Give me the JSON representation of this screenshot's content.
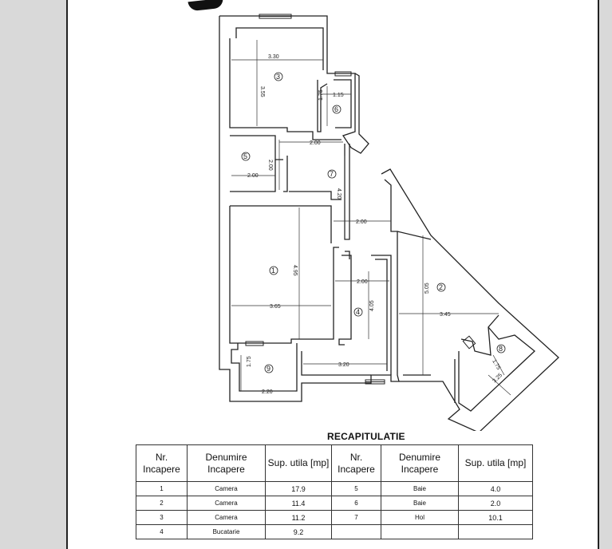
{
  "plan": {
    "rooms": [
      {
        "number": "1"
      },
      {
        "number": "2"
      },
      {
        "number": "3"
      },
      {
        "number": "4"
      },
      {
        "number": "5"
      },
      {
        "number": "6"
      },
      {
        "number": "7"
      },
      {
        "number": "8"
      },
      {
        "number": "9"
      }
    ],
    "dimensions": {
      "d330": "3.30",
      "d355": "3.55",
      "d115": "1.15",
      "d175a": "1.75",
      "d200a": "2.00",
      "d200b": "2.00",
      "d200c": "2.00",
      "d420": "4.20",
      "d200d": "2.00",
      "d495": "4.95",
      "d200e": "2.00",
      "d365": "3.65",
      "d505": "5.05",
      "d345": "3.45",
      "d405": "4.05",
      "d320": "3.20",
      "d175b": "1.75",
      "d220": "2.20",
      "d175c": "1.75",
      "d325": "3.25"
    }
  },
  "recap": {
    "title": "RECAPITULATIE",
    "headers": {
      "nr": "Nr. Incapere",
      "denumire": "Denumire Incapere",
      "sup": "Sup. utila [mp]"
    },
    "rows": [
      {
        "nr1": "1",
        "den1": "Camera",
        "sup1": "17.9",
        "nr2": "5",
        "den2": "Baie",
        "sup2": "4.0"
      },
      {
        "nr1": "2",
        "den1": "Camera",
        "sup1": "11.4",
        "nr2": "6",
        "den2": "Baie",
        "sup2": "2.0"
      },
      {
        "nr1": "3",
        "den1": "Camera",
        "sup1": "11.2",
        "nr2": "7",
        "den2": "Hol",
        "sup2": "10.1"
      },
      {
        "nr1": "4",
        "den1": "Bucatarie",
        "sup1": "9.2",
        "nr2": "",
        "den2": "",
        "sup2": ""
      }
    ]
  }
}
